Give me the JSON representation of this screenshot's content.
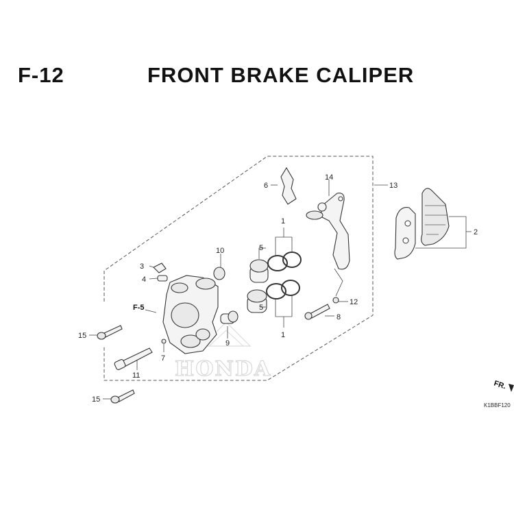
{
  "header": {
    "figure_code": "F-12",
    "title": "FRONT BRAKE CALIPER"
  },
  "callouts": {
    "c1a": "1",
    "c1b": "1",
    "c2": "2",
    "c3": "3",
    "c4": "4",
    "c5a": "5",
    "c5b": "5",
    "c6": "6",
    "c7": "7",
    "c8": "8",
    "c9": "9",
    "c10": "10",
    "c11": "11",
    "c12": "12",
    "c13": "13",
    "c14": "14",
    "c15a": "15",
    "c15b": "15"
  },
  "references": {
    "f5": "F-5",
    "fr": "FR.",
    "drawing_code": "K1BBF120"
  },
  "watermark": {
    "brand": "HONDA"
  }
}
